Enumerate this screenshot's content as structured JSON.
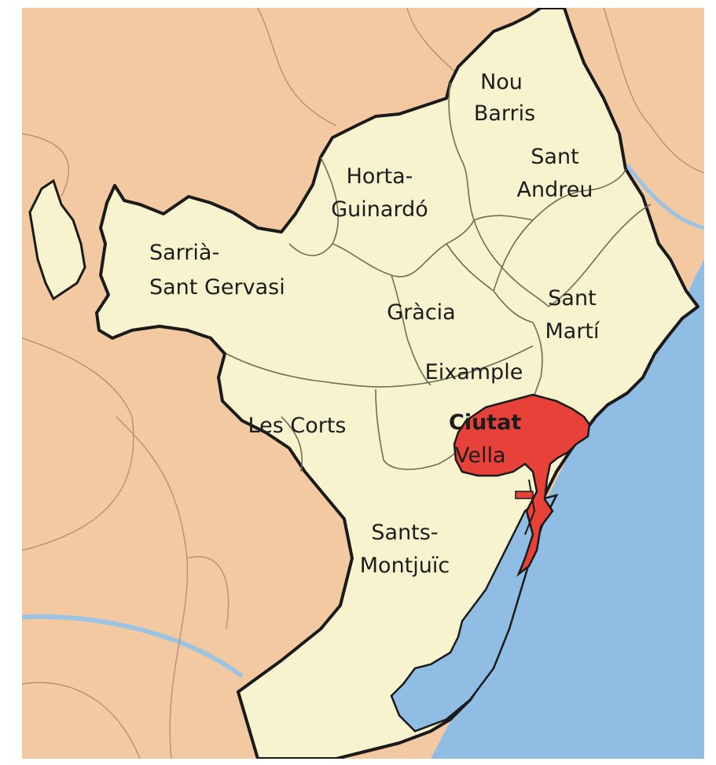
{
  "map": {
    "colors": {
      "outside_land": "#f2c9a0",
      "district_fill": "#f8f3cf",
      "highlight_district": "#e8413a",
      "sea": "#8fbde4",
      "rivers": "#9dc3e3",
      "borders": "#1a1a1a",
      "internal_borders": "#6e6e55"
    },
    "highlighted_district": "ciutat-vella",
    "districts": {
      "nou_barris": [
        "Nou",
        "Barris"
      ],
      "sant_andreu": [
        "Sant",
        "Andreu"
      ],
      "horta_guinardo": [
        "Horta-",
        "Guinardó"
      ],
      "sarria": [
        "Sarrià-",
        "Sant Gervasi"
      ],
      "gracia": [
        "Gràcia"
      ],
      "sant_marti": [
        "Sant",
        "Martí"
      ],
      "eixample": [
        "Eixample"
      ],
      "les_corts": [
        "Les Corts"
      ],
      "ciutat_vella": [
        "Ciutat",
        "Vella"
      ],
      "sants": [
        "Sants-",
        "Montjuïc"
      ]
    }
  }
}
